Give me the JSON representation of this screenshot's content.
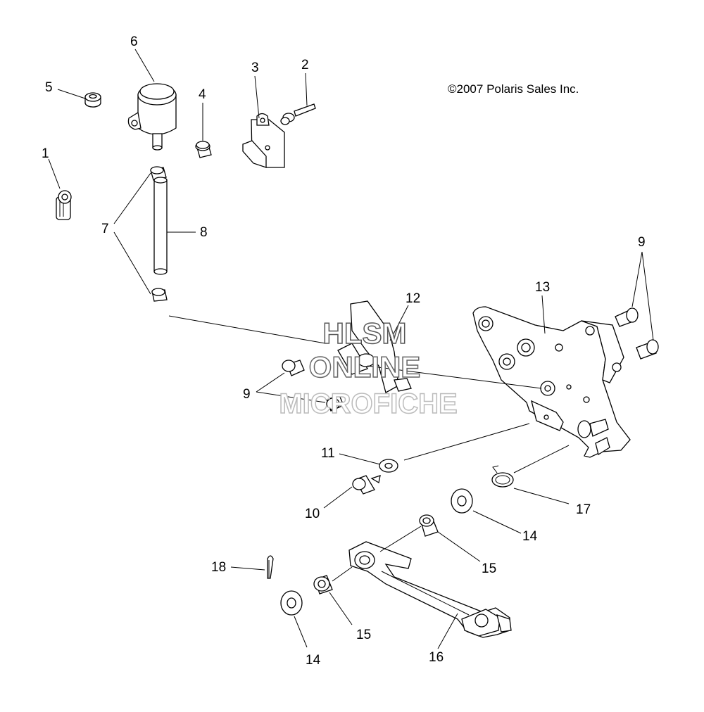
{
  "copyright": "©2007 Polaris Sales Inc.",
  "watermark": {
    "line1": "HLSM",
    "line2": "ONLINE",
    "line3": "MICROFICHE"
  },
  "callouts": {
    "c1": "1",
    "c2": "2",
    "c3": "3",
    "c4": "4",
    "c5": "5",
    "c6": "6",
    "c7": "7",
    "c8": "8",
    "c9a": "9",
    "c9b": "9",
    "c10": "10",
    "c11": "11",
    "c12": "12",
    "c13": "13",
    "c14a": "14",
    "c14b": "14",
    "c15a": "15",
    "c15b": "15",
    "c16": "16",
    "c17": "17",
    "c18": "18"
  }
}
